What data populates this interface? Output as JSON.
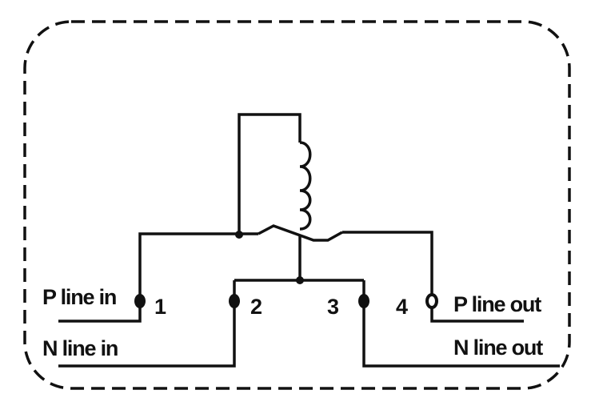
{
  "labels": {
    "p_line_in": "P line in",
    "n_line_in": "N line in",
    "p_line_out": "P line out",
    "n_line_out": "N line out"
  },
  "terminals": {
    "t1": "1",
    "t2": "2",
    "t3": "3",
    "t4": "4"
  },
  "colors": {
    "line": "#111111",
    "background": "#ffffff"
  }
}
